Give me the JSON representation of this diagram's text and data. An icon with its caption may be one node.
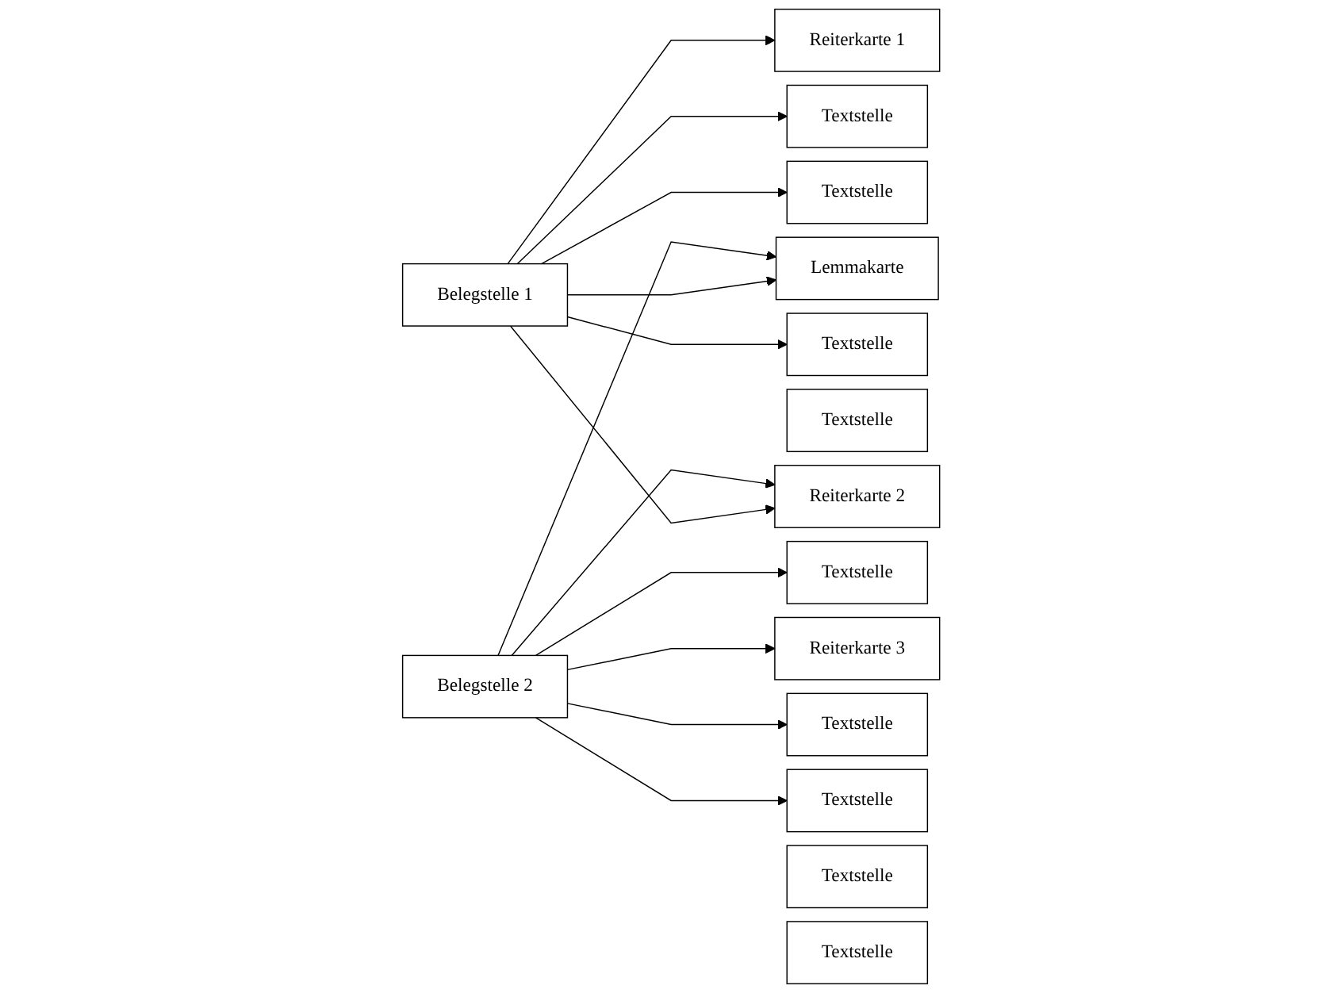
{
  "diagram": {
    "nodes": [
      {
        "text": [
          "Belegstelle 1"
        ]
      },
      {
        "text": [
          "Belegstelle 2"
        ]
      },
      {
        "text": [
          "Lemmakarte"
        ]
      },
      {
        "text": [
          "Reiterkarte 1"
        ]
      },
      {
        "text": [
          "Textstelle"
        ]
      },
      {
        "text": [
          "Textstelle"
        ]
      },
      {
        "text": [
          "Textstelle"
        ]
      },
      {
        "text": [
          "Reiterkarte 2"
        ]
      },
      {
        "text": [
          "Textstelle"
        ]
      },
      {
        "text": [
          "Textstelle"
        ]
      },
      {
        "text": [
          "Reiterkarte 3"
        ]
      },
      {
        "text": [
          "Textstelle"
        ]
      },
      {
        "text": [
          "Textstelle"
        ]
      },
      {
        "text": [
          "Textstelle"
        ]
      },
      {
        "text": [
          "Textstelle"
        ]
      }
    ],
    "edges": [
      {
        "from": 0,
        "to": 2,
        "arrow": "to"
      },
      {
        "from": 0,
        "to": 3,
        "arrow": "to"
      },
      {
        "from": 0,
        "to": 4,
        "arrow": "to"
      },
      {
        "from": 0,
        "to": 5,
        "arrow": "to"
      },
      {
        "from": 0,
        "to": 7,
        "arrow": "to"
      },
      {
        "from": 0,
        "to": 8,
        "arrow": "to"
      },
      {
        "from": 1,
        "to": 2,
        "arrow": "to"
      },
      {
        "from": 1,
        "to": 7,
        "arrow": "to"
      },
      {
        "from": 1,
        "to": 9,
        "arrow": "to"
      },
      {
        "from": 1,
        "to": 10,
        "arrow": "to"
      },
      {
        "from": 1,
        "to": 13,
        "arrow": "to"
      },
      {
        "from": 1,
        "to": 14,
        "arrow": "to"
      }
    ]
  }
}
